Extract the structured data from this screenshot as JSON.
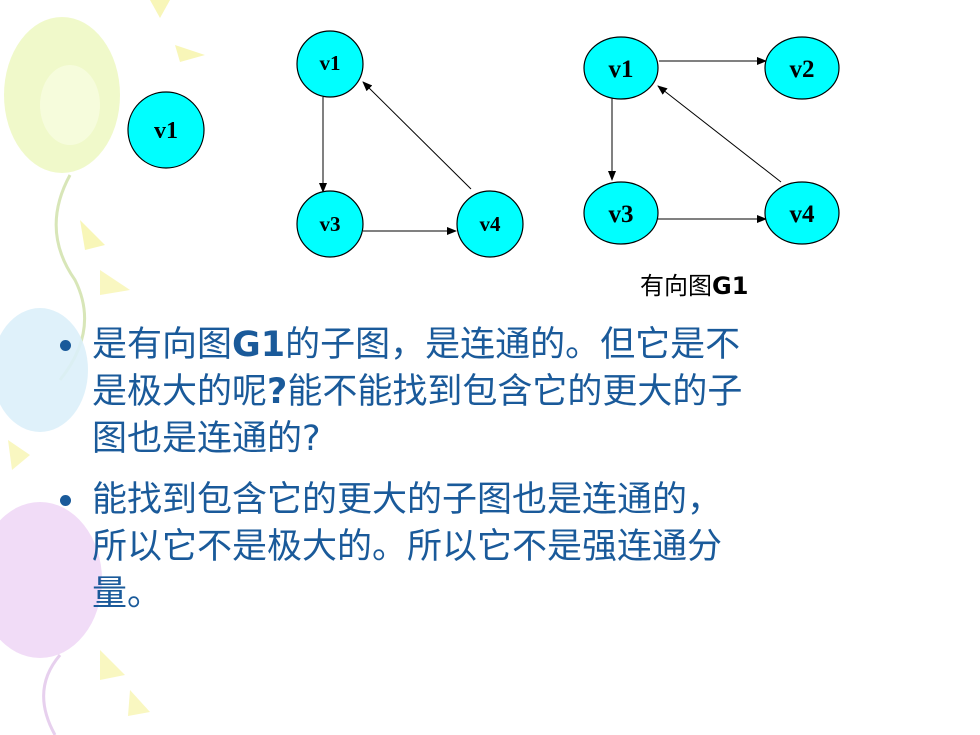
{
  "graphs": {
    "single": {
      "v1": "v1"
    },
    "subgraph": {
      "v1": "v1",
      "v3": "v3",
      "v4": "v4"
    },
    "full": {
      "v1": "v1",
      "v2": "v2",
      "v3": "v3",
      "v4": "v4"
    }
  },
  "caption": {
    "prefix": "有向图",
    "bold": "G1"
  },
  "bullets": [
    {
      "lines": [
        {
          "pre": "是有向图",
          "bold": "G1",
          "post": "的子图，是连通的。但它是不"
        },
        {
          "pre": "是极大的呢",
          "bold": "?",
          "post": "能不能找到包含它的更大的子"
        },
        {
          "pre": "图也是连通的?",
          "bold": "",
          "post": ""
        }
      ]
    },
    {
      "lines": [
        {
          "pre": "能找到包含它的更大的子图也是连通的，",
          "bold": "",
          "post": ""
        },
        {
          "pre": "所以它不是极大的。所以它不是强连通分",
          "bold": "",
          "post": ""
        },
        {
          "pre": "量。",
          "bold": "",
          "post": ""
        }
      ]
    }
  ],
  "colors": {
    "node_fill": "#00ffff",
    "text": "#1a5a9a"
  }
}
